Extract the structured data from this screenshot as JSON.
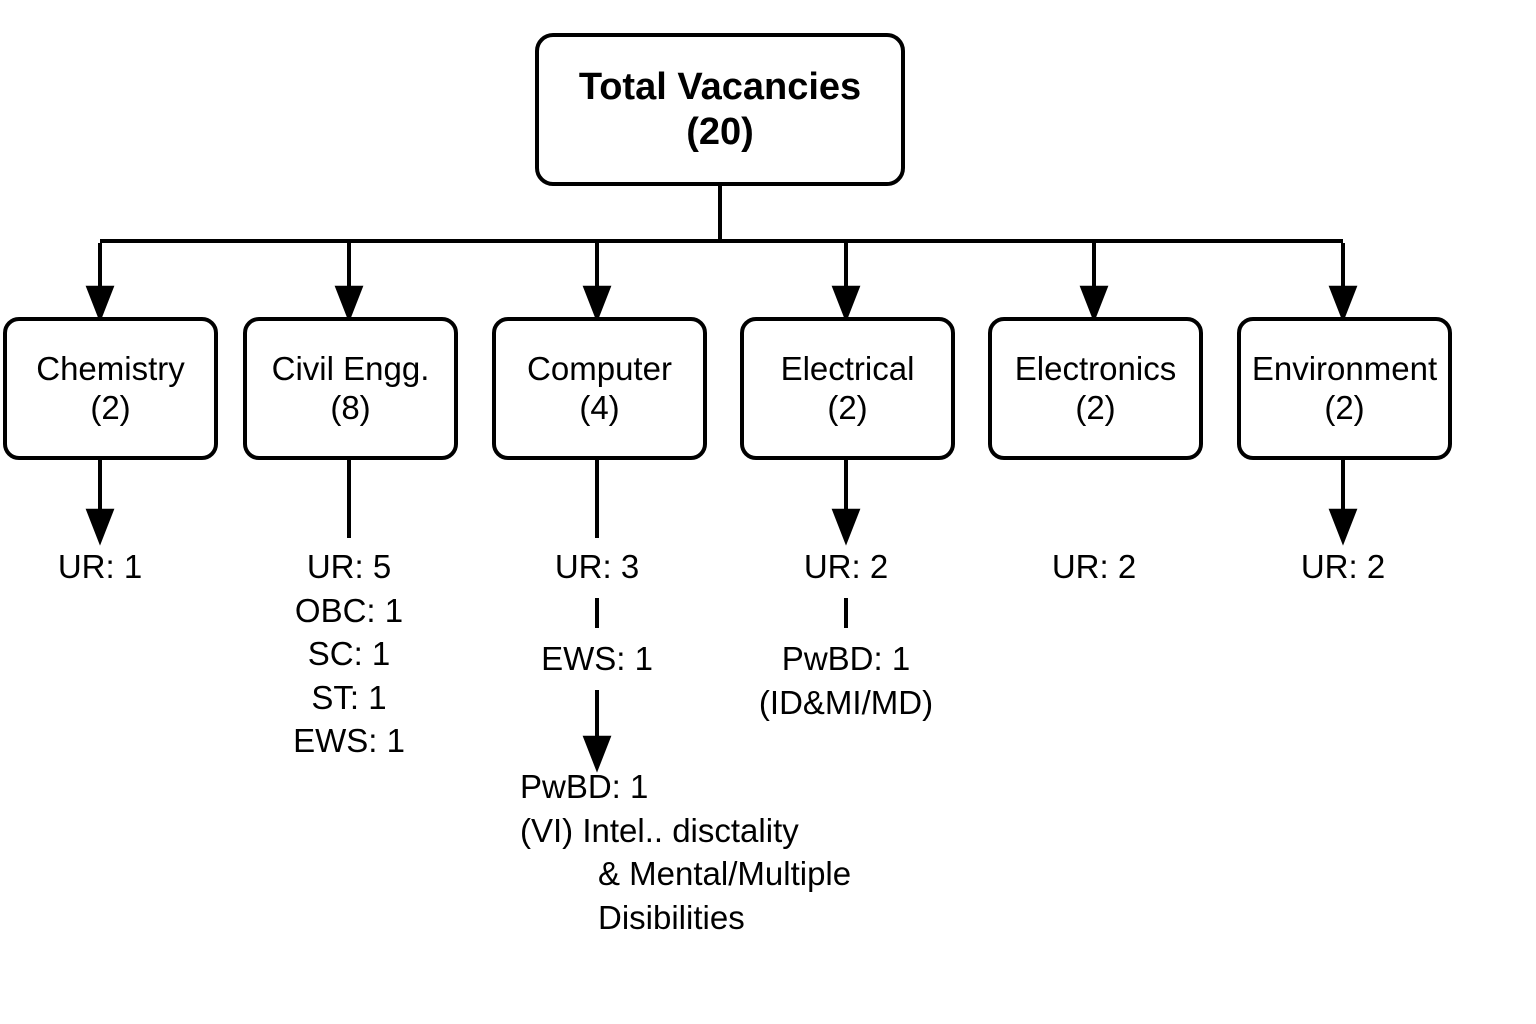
{
  "diagram": {
    "title_node": {
      "line1": "Total Vacancies",
      "line2": "(20)"
    },
    "departments": [
      {
        "name": "Chemistry",
        "count": "(2)"
      },
      {
        "name": "Civil Engg.",
        "count": "(8)"
      },
      {
        "name": "Computer",
        "count": "(4)"
      },
      {
        "name": "Electrical",
        "count": "(2)"
      },
      {
        "name": "Electronics",
        "count": "(2)"
      },
      {
        "name": "Environment",
        "count": "(2)"
      }
    ],
    "leaves": {
      "chemistry": {
        "l1": "UR: 1"
      },
      "civil": {
        "l1": "UR: 5",
        "l2": "OBC: 1",
        "l3": "SC: 1",
        "l4": "ST: 1",
        "l5": "EWS: 1"
      },
      "computer": {
        "l1": "UR: 3",
        "l2": "EWS: 1",
        "l3": "PwBD: 1",
        "l4": "(VI)  Intel.. disctality",
        "l5": "& Mental/Multiple",
        "l6": "Disibilities"
      },
      "electrical": {
        "l1": "UR: 2",
        "l2": "PwBD: 1",
        "l3": "(ID&MI/MD)"
      },
      "electronics": {
        "l1": "UR: 2"
      },
      "environment": {
        "l1": "UR: 2"
      }
    }
  },
  "colors": {
    "stroke": "#000000",
    "background": "#ffffff",
    "text": "#000000"
  },
  "chart_data": {
    "type": "tree",
    "title": "Total Vacancies (20)",
    "root": {
      "label": "Total Vacancies",
      "value": 20
    },
    "categories": [
      "Chemistry",
      "Civil Engg.",
      "Computer",
      "Electrical",
      "Electronics",
      "Environment"
    ],
    "values": [
      2,
      8,
      4,
      2,
      2,
      2
    ],
    "breakdown": [
      {
        "department": "Chemistry",
        "total": 2,
        "reservations": [
          {
            "code": "UR",
            "count": 1
          }
        ]
      },
      {
        "department": "Civil Engg.",
        "total": 8,
        "reservations": [
          {
            "code": "UR",
            "count": 5
          },
          {
            "code": "OBC",
            "count": 1
          },
          {
            "code": "SC",
            "count": 1
          },
          {
            "code": "ST",
            "count": 1
          },
          {
            "code": "EWS",
            "count": 1
          }
        ]
      },
      {
        "department": "Computer",
        "total": 4,
        "reservations": [
          {
            "code": "UR",
            "count": 3
          },
          {
            "code": "EWS",
            "count": 1
          },
          {
            "code": "PwBD",
            "count": 1,
            "note": "(VI)  Intel.. disctality & Mental/Multiple Disibilities"
          }
        ]
      },
      {
        "department": "Electrical",
        "total": 2,
        "reservations": [
          {
            "code": "UR",
            "count": 2
          },
          {
            "code": "PwBD",
            "count": 1,
            "note": "(ID&MI/MD)"
          }
        ]
      },
      {
        "department": "Electronics",
        "total": 2,
        "reservations": [
          {
            "code": "UR",
            "count": 2
          }
        ]
      },
      {
        "department": "Environment",
        "total": 2,
        "reservations": [
          {
            "code": "UR",
            "count": 2
          }
        ]
      }
    ]
  }
}
